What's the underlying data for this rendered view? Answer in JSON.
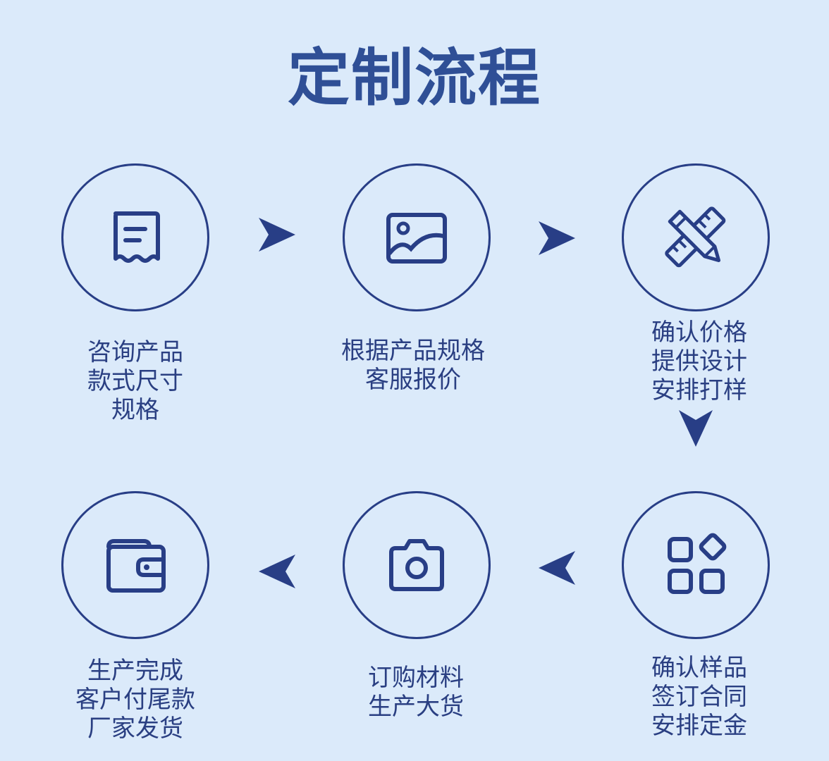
{
  "title": "定制流程",
  "colors": {
    "background": "#dbeafa",
    "accent": "#283e86",
    "title": "#2f4f96"
  },
  "steps": [
    {
      "icon": "receipt-icon",
      "lines": [
        "咨询产品",
        "款式尺寸",
        "规格"
      ]
    },
    {
      "icon": "image-icon",
      "lines": [
        "根据产品规格",
        "客服报价"
      ]
    },
    {
      "icon": "design-tools-icon",
      "lines": [
        "确认价格",
        "提供设计",
        "安排打样"
      ]
    },
    {
      "icon": "apps-grid-icon",
      "lines": [
        "确认样品",
        "签订合同",
        "安排定金"
      ]
    },
    {
      "icon": "camera-icon",
      "lines": [
        "订购材料",
        "生产大货"
      ]
    },
    {
      "icon": "wallet-icon",
      "lines": [
        "生产完成",
        "客户付尾款",
        "厂家发货"
      ]
    }
  ]
}
